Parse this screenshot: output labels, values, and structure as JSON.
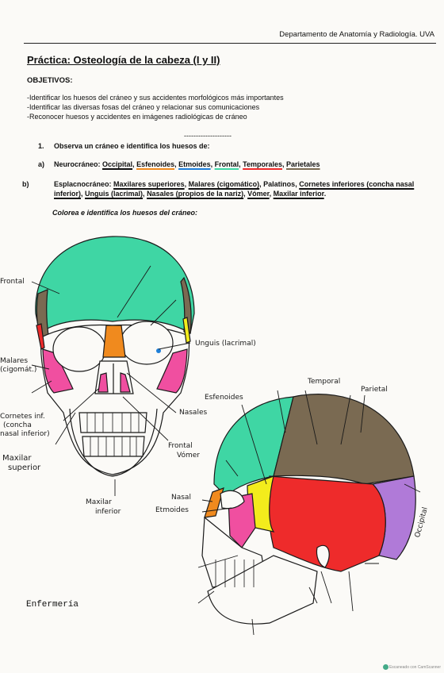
{
  "header": {
    "department": "Departamento de Anatomía y Radiología. UVA"
  },
  "title": "Práctica: Osteología de la cabeza (I y II)",
  "objectives": {
    "heading": "OBJETIVOS:",
    "items": [
      "-Identificar los huesos del cráneo y sus accidentes morfológicos más importantes",
      "-Identificar las diversas fosas del cráneo y relacionar sus comunicaciones",
      "-Reconocer huesos y accidentes en imágenes radiológicas de cráneo"
    ]
  },
  "separator": "--------------------",
  "question1": {
    "number": "1.",
    "text": "Observa un cráneo e identifica los huesos de:",
    "a": {
      "letter": "a)",
      "label": "Neurocráneo:",
      "bones": [
        "Occipital",
        "Esfenoides",
        "Etmoides",
        "Frontal",
        "Temporales",
        "Parietales"
      ]
    },
    "b": {
      "letter": "b)",
      "label": "Esplacnocráneo:",
      "bones": [
        "Maxilares superiores",
        "Malares (cigomático)",
        "Palatinos",
        "Cornetes inferiores (concha nasal inferior)",
        "Unguis (lacrimal)",
        "Nasales (propios de la nariz)",
        "Vómer",
        "Maxilar inferior"
      ]
    }
  },
  "instruction": "Colorea e identifica los huesos del cráneo:",
  "frontal_view_labels": {
    "frontal": "Frontal",
    "malares_1": "Malares",
    "malares_2": "(cigomát.)",
    "unguis": "Unguis (lacrimal)",
    "nasales": "Nasales",
    "cornetes_1": "Cornetes inf.",
    "cornetes_2": "(concha",
    "cornetes_3": "nasal inferior)",
    "maxilar_sup_1": "Maxilar",
    "maxilar_sup_2": "superior",
    "vomer_1": "Frontal",
    "vomer_2": "Vómer",
    "maxilar_inf_1": "Maxilar",
    "maxilar_inf_2": "inferior"
  },
  "lateral_view_labels": {
    "temporal": "Temporal",
    "parietal": "Parietal",
    "esfenoides": "Esfenoides",
    "nasal": "Nasal",
    "etmoides": "Etmoides",
    "occipital": "Occipital"
  },
  "footer": {
    "enfermeria": "Enfermería",
    "scanner": "Escaneado con CamScanner"
  },
  "colors": {
    "frontal": "#3fd6a4",
    "parietal": "#7a6a52",
    "temporal": "#ee2b2b",
    "esfenoides": "#f3ec1c",
    "nasal": "#f08a1e",
    "malar": "#f04fa0",
    "occipital": "#b07ad8",
    "lacrimal": "#1e7fd8"
  }
}
